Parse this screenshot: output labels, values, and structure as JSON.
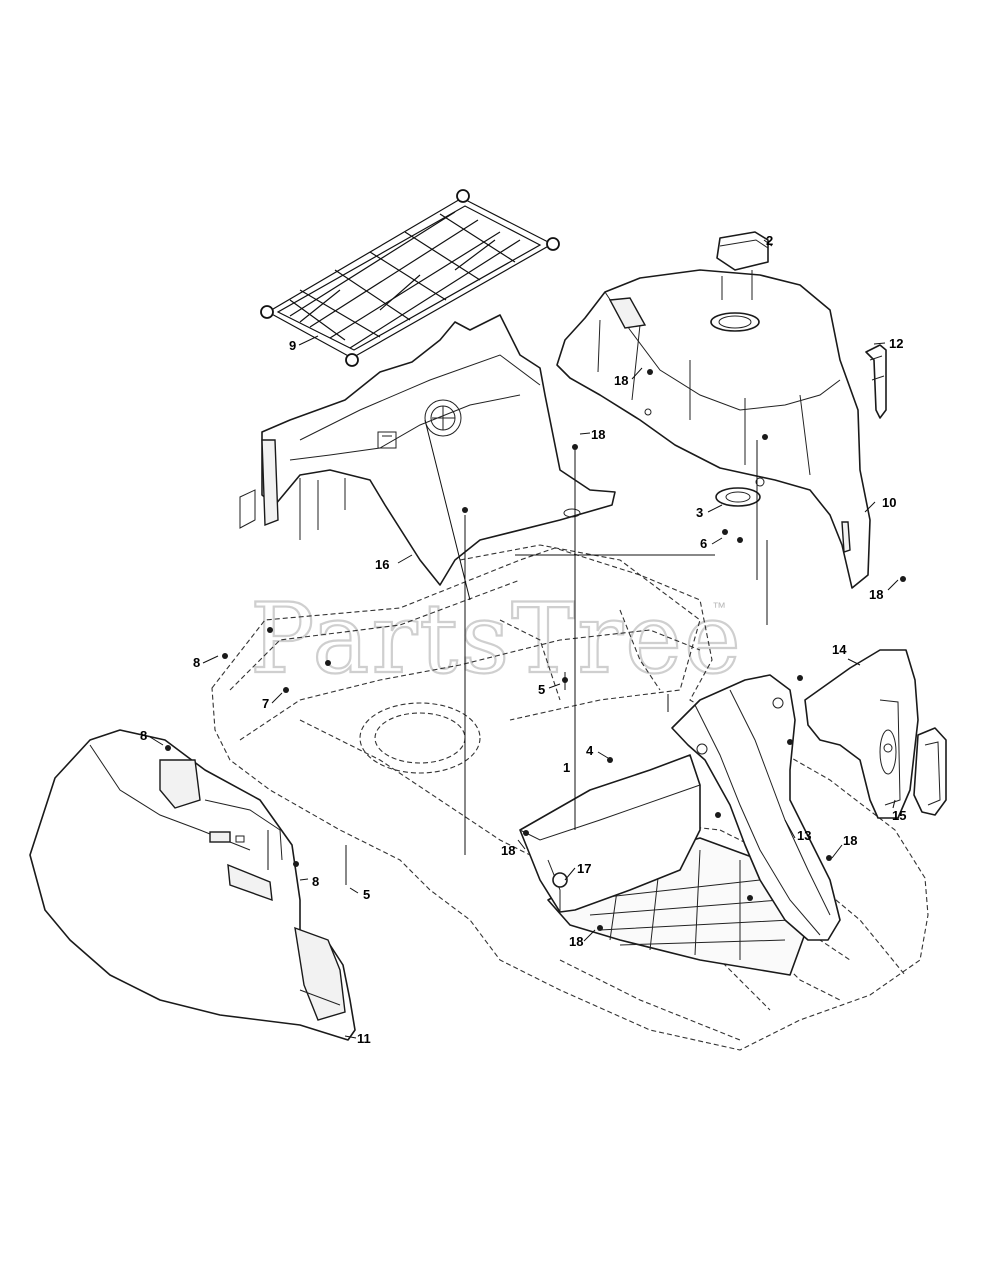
{
  "watermark": {
    "text": "PartsTree",
    "trademark": "™"
  },
  "callouts": {
    "c1": "1",
    "c2": "2",
    "c3": "3",
    "c4": "4",
    "c5a": "5",
    "c5b": "5",
    "c6": "6",
    "c7": "7",
    "c8a": "8",
    "c8b": "8",
    "c8c": "8",
    "c9": "9",
    "c10": "10",
    "c11": "11",
    "c12": "12",
    "c13": "13",
    "c14": "14",
    "c15": "15",
    "c16": "16",
    "c17": "17",
    "c18a": "18",
    "c18b": "18",
    "c18c": "18",
    "c18d": "18",
    "c18e": "18",
    "c18f": "18"
  }
}
